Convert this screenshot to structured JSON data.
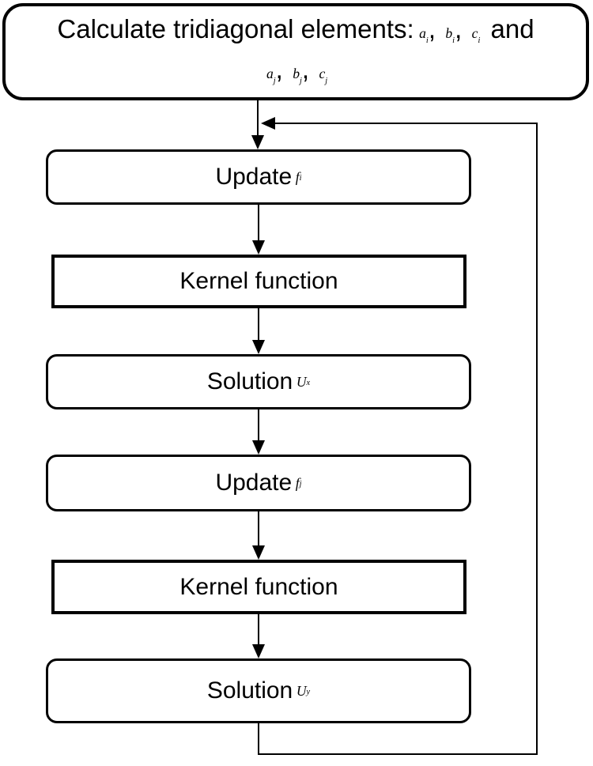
{
  "page": {
    "background": "#ffffff",
    "ink": "#000000"
  },
  "title_box": {
    "prefix": "Calculate tridiagonal elements:",
    "separator": ",",
    "conjunction": "and",
    "vars_i": [
      {
        "base": "a",
        "sub": "i"
      },
      {
        "base": "b",
        "sub": "i"
      },
      {
        "base": "c",
        "sub": "i"
      }
    ],
    "vars_j": [
      {
        "base": "a",
        "sub": "j"
      },
      {
        "base": "b",
        "sub": "j"
      },
      {
        "base": "c",
        "sub": "j"
      }
    ]
  },
  "steps": [
    {
      "label": "Update",
      "math": "f",
      "sub": "i"
    },
    {
      "label": "Kernel function",
      "math": "",
      "sub": ""
    },
    {
      "label": "Solution",
      "math": "U",
      "sub": "x"
    },
    {
      "label": "Update",
      "math": "f",
      "sub": "j"
    },
    {
      "label": "Kernel function",
      "math": "",
      "sub": ""
    },
    {
      "label": "Solution",
      "math": "U",
      "sub": "y"
    }
  ]
}
